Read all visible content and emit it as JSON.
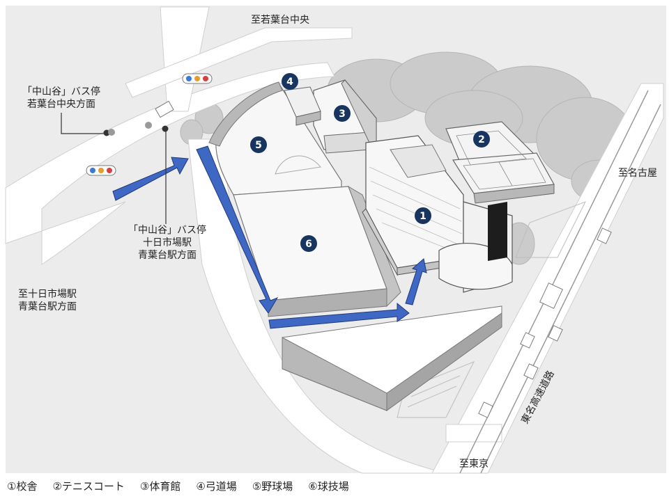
{
  "map": {
    "labels": {
      "north": "至若葉台中央",
      "east": "至名古屋",
      "west_line1": "至十日市場駅",
      "west_line2": "青葉台駅方面",
      "south": "至東京",
      "expressway": "東名高速道路",
      "bus_stop_a_line1": "「中山谷」バス停",
      "bus_stop_a_line2": "若葉台中央方面",
      "bus_stop_b_line1": "「中山谷」バス停",
      "bus_stop_b_line2": "十日市場駅",
      "bus_stop_b_line3": "青葉台駅方面"
    },
    "markers": [
      {
        "id": "1",
        "label": "1"
      },
      {
        "id": "2",
        "label": "2"
      },
      {
        "id": "3",
        "label": "3"
      },
      {
        "id": "4",
        "label": "4"
      },
      {
        "id": "5",
        "label": "5"
      },
      {
        "id": "6",
        "label": "6"
      }
    ],
    "colors": {
      "background": "#ececec",
      "road": "#ffffff",
      "building": "#f7f7f7",
      "building_side": "#b8b8b8",
      "trees": "#cfcfcf",
      "arrow": "#3f67c4",
      "marker": "#17355f"
    }
  },
  "legend": {
    "items": [
      "①校舎",
      "②テニスコート",
      "③体育館",
      "④弓道場",
      "⑤野球場",
      "⑥球技場"
    ]
  }
}
